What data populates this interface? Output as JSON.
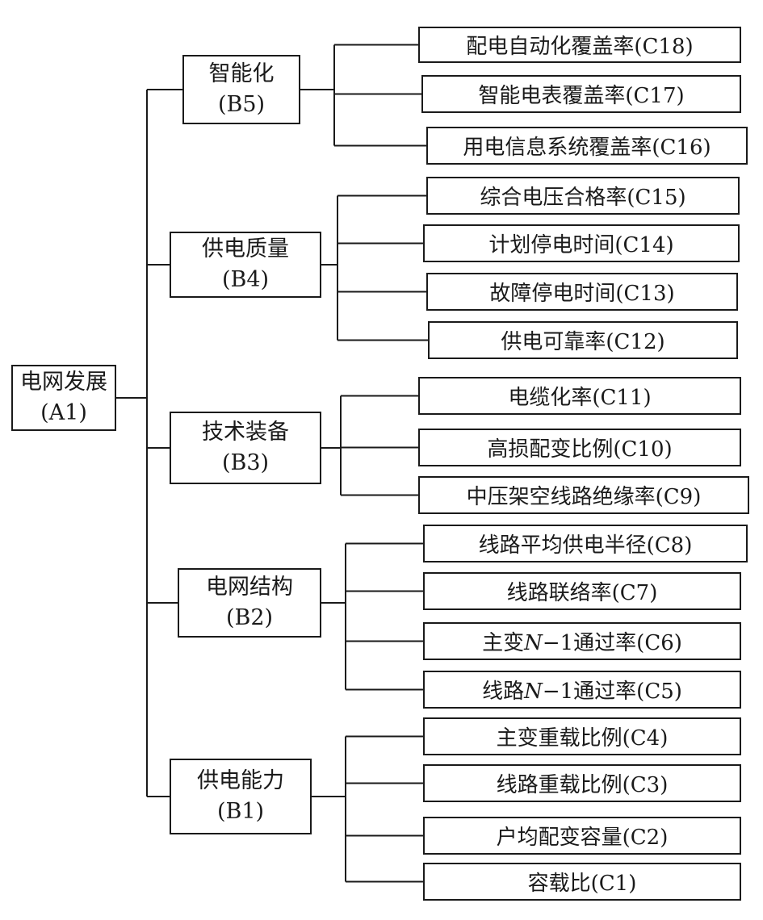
{
  "root": {
    "label": "电网发展",
    "code": "(A1)"
  },
  "groups": [
    {
      "label": "智能化",
      "code": "(B5)",
      "items": [
        {
          "text": "配电自动化覆盖率(C18)"
        },
        {
          "text": "智能电表覆盖率(C17)"
        },
        {
          "text": "用电信息系统覆盖率(C16)"
        }
      ]
    },
    {
      "label": "供电质量",
      "code": "(B4)",
      "items": [
        {
          "text": "综合电压合格率(C15)"
        },
        {
          "text": "计划停电时间(C14)"
        },
        {
          "text": "故障停电时间(C13)"
        },
        {
          "text": "供电可靠率(C12)"
        }
      ]
    },
    {
      "label": "技术装备",
      "code": "(B3)",
      "items": [
        {
          "text": "电缆化率(C11)"
        },
        {
          "text": "高损配变比例(C10)"
        },
        {
          "text": "中压架空线路绝缘率(C9)"
        }
      ]
    },
    {
      "label": "电网结构",
      "code": "(B2)",
      "items": [
        {
          "text": "线路平均供电半径(C8)"
        },
        {
          "text": "线路联络率(C7)"
        },
        {
          "pre": "主变",
          "var": "N",
          "post": "−1通过率(C6)"
        },
        {
          "pre": "线路",
          "var": "N",
          "post": "−1通过率(C5)"
        }
      ]
    },
    {
      "label": "供电能力",
      "code": "(B1)",
      "items": [
        {
          "text": "主变重载比例(C4)"
        },
        {
          "text": "线路重载比例(C3)"
        },
        {
          "text": "户均配变容量(C2)"
        },
        {
          "text": "容载比(C1)"
        }
      ]
    }
  ]
}
